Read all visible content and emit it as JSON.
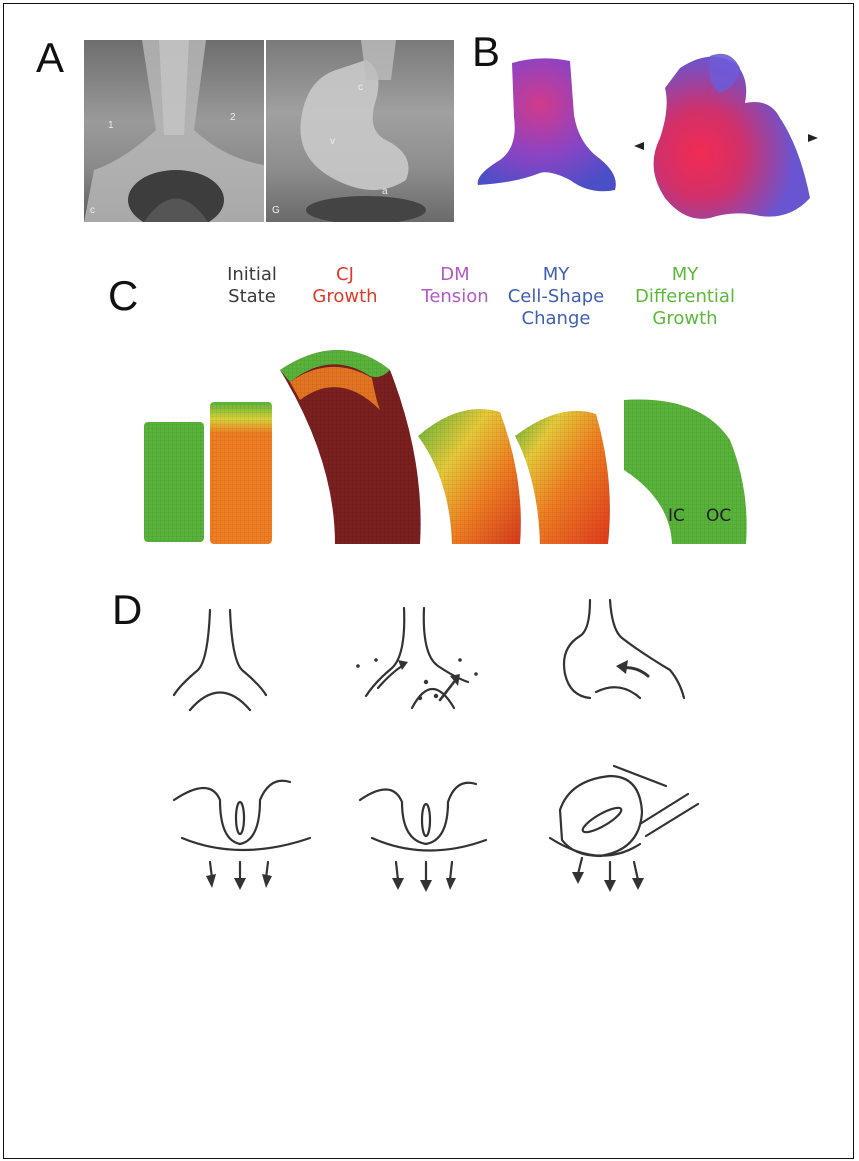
{
  "panels": {
    "a": "A",
    "b": "B",
    "c": "C",
    "d": "D"
  },
  "panel_a": {
    "left_labels": [
      "1",
      "2",
      "c"
    ],
    "right_labels": [
      "c",
      "v",
      "a",
      "G"
    ]
  },
  "panel_c": {
    "stages": [
      {
        "line1": "Initial",
        "line2": "State",
        "color": "#3a3a3a"
      },
      {
        "line1": "CJ",
        "line2": "Growth",
        "color": "#e03a2a"
      },
      {
        "line1": "DM",
        "line2": "Tension",
        "color": "#b05ac8"
      },
      {
        "line1": "MY",
        "line2": "Cell-Shape",
        "line3": "Change",
        "color": "#3f5fb5"
      },
      {
        "line1": "MY",
        "line2": "Differential",
        "line3": "Growth",
        "color": "#5cb83a"
      }
    ],
    "ic_label": "IC",
    "oc_label": "OC"
  },
  "colors": {
    "green": "#59b33b",
    "orange": "#ef7d22",
    "dark_red": "#7a2020",
    "purple": "#6e52c9",
    "magenta": "#e5306a"
  }
}
